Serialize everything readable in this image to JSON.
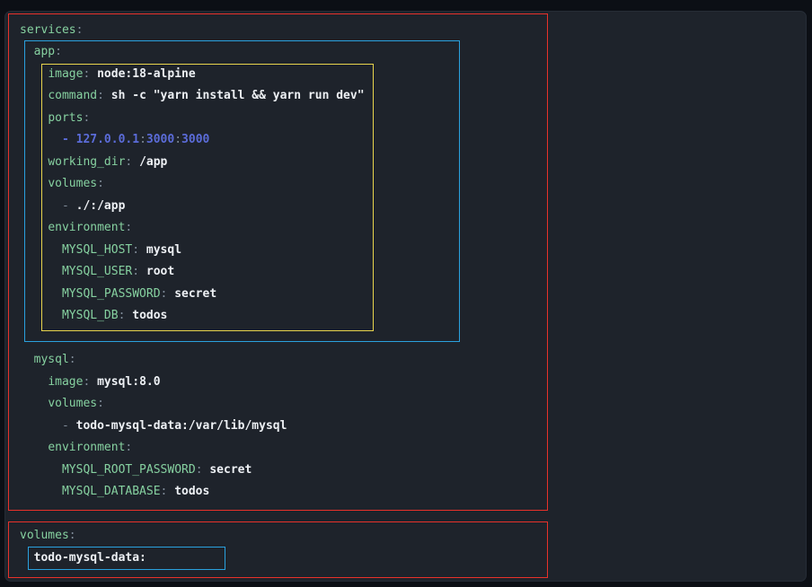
{
  "colors": {
    "page_background": "#0c0f15",
    "panel_background": "#1e232b",
    "annotation_red": "#e8312a",
    "annotation_blue": "#2aa1de",
    "annotation_yellow": "#e8d44d",
    "syntax_key": "#86d1a0",
    "syntax_punctuation": "#7f8b98",
    "syntax_value": "#edf0f4",
    "syntax_number": "#5b6cd9"
  },
  "annotations": [
    {
      "id": "box-services",
      "color": "red"
    },
    {
      "id": "box-app",
      "color": "blue"
    },
    {
      "id": "box-app-config",
      "color": "yellow"
    },
    {
      "id": "box-volumes",
      "color": "red"
    },
    {
      "id": "box-volume-def",
      "color": "blue"
    }
  ],
  "code": {
    "language": "yaml",
    "lines": [
      [
        {
          "t": "services",
          "c": "k"
        },
        {
          "t": ":",
          "c": "p"
        }
      ],
      [
        {
          "t": "  ",
          "c": "s"
        },
        {
          "t": "app",
          "c": "k"
        },
        {
          "t": ":",
          "c": "p"
        }
      ],
      [
        {
          "t": "    ",
          "c": "s"
        },
        {
          "t": "image",
          "c": "k"
        },
        {
          "t": ": ",
          "c": "p"
        },
        {
          "t": "node:18-alpine",
          "c": "v"
        }
      ],
      [
        {
          "t": "    ",
          "c": "s"
        },
        {
          "t": "command",
          "c": "k"
        },
        {
          "t": ": ",
          "c": "p"
        },
        {
          "t": "sh -c \"yarn install && yarn run dev\"",
          "c": "v"
        }
      ],
      [
        {
          "t": "    ",
          "c": "s"
        },
        {
          "t": "ports",
          "c": "k"
        },
        {
          "t": ":",
          "c": "p"
        }
      ],
      [
        {
          "t": "      ",
          "c": "s"
        },
        {
          "t": "- ",
          "c": "n"
        },
        {
          "t": "127.0.0.1",
          "c": "n"
        },
        {
          "t": ":",
          "c": "p"
        },
        {
          "t": "3000",
          "c": "n"
        },
        {
          "t": ":",
          "c": "p"
        },
        {
          "t": "3000",
          "c": "n"
        }
      ],
      [
        {
          "t": "    ",
          "c": "s"
        },
        {
          "t": "working_dir",
          "c": "k"
        },
        {
          "t": ": ",
          "c": "p"
        },
        {
          "t": "/app",
          "c": "v"
        }
      ],
      [
        {
          "t": "    ",
          "c": "s"
        },
        {
          "t": "volumes",
          "c": "k"
        },
        {
          "t": ":",
          "c": "p"
        }
      ],
      [
        {
          "t": "      ",
          "c": "s"
        },
        {
          "t": "- ",
          "c": "p"
        },
        {
          "t": "./:/app",
          "c": "v"
        }
      ],
      [
        {
          "t": "    ",
          "c": "s"
        },
        {
          "t": "environment",
          "c": "k"
        },
        {
          "t": ":",
          "c": "p"
        }
      ],
      [
        {
          "t": "      ",
          "c": "s"
        },
        {
          "t": "MYSQL_HOST",
          "c": "k"
        },
        {
          "t": ": ",
          "c": "p"
        },
        {
          "t": "mysql",
          "c": "v"
        }
      ],
      [
        {
          "t": "      ",
          "c": "s"
        },
        {
          "t": "MYSQL_USER",
          "c": "k"
        },
        {
          "t": ": ",
          "c": "p"
        },
        {
          "t": "root",
          "c": "v"
        }
      ],
      [
        {
          "t": "      ",
          "c": "s"
        },
        {
          "t": "MYSQL_PASSWORD",
          "c": "k"
        },
        {
          "t": ": ",
          "c": "p"
        },
        {
          "t": "secret",
          "c": "v"
        }
      ],
      [
        {
          "t": "      ",
          "c": "s"
        },
        {
          "t": "MYSQL_DB",
          "c": "k"
        },
        {
          "t": ": ",
          "c": "p"
        },
        {
          "t": "todos",
          "c": "v"
        }
      ],
      [],
      [
        {
          "t": "  ",
          "c": "s"
        },
        {
          "t": "mysql",
          "c": "k"
        },
        {
          "t": ":",
          "c": "p"
        }
      ],
      [
        {
          "t": "    ",
          "c": "s"
        },
        {
          "t": "image",
          "c": "k"
        },
        {
          "t": ": ",
          "c": "p"
        },
        {
          "t": "mysql:8.0",
          "c": "v"
        }
      ],
      [
        {
          "t": "    ",
          "c": "s"
        },
        {
          "t": "volumes",
          "c": "k"
        },
        {
          "t": ":",
          "c": "p"
        }
      ],
      [
        {
          "t": "      ",
          "c": "s"
        },
        {
          "t": "- ",
          "c": "p"
        },
        {
          "t": "todo-mysql-data:/var/lib/mysql",
          "c": "v"
        }
      ],
      [
        {
          "t": "    ",
          "c": "s"
        },
        {
          "t": "environment",
          "c": "k"
        },
        {
          "t": ":",
          "c": "p"
        }
      ],
      [
        {
          "t": "      ",
          "c": "s"
        },
        {
          "t": "MYSQL_ROOT_PASSWORD",
          "c": "k"
        },
        {
          "t": ": ",
          "c": "p"
        },
        {
          "t": "secret",
          "c": "v"
        }
      ],
      [
        {
          "t": "      ",
          "c": "s"
        },
        {
          "t": "MYSQL_DATABASE",
          "c": "k"
        },
        {
          "t": ": ",
          "c": "p"
        },
        {
          "t": "todos",
          "c": "v"
        }
      ],
      [],
      [
        {
          "t": "volumes",
          "c": "k"
        },
        {
          "t": ":",
          "c": "p"
        }
      ],
      [
        {
          "t": "  ",
          "c": "s"
        },
        {
          "t": "todo-mysql-data:",
          "c": "v"
        }
      ]
    ]
  }
}
